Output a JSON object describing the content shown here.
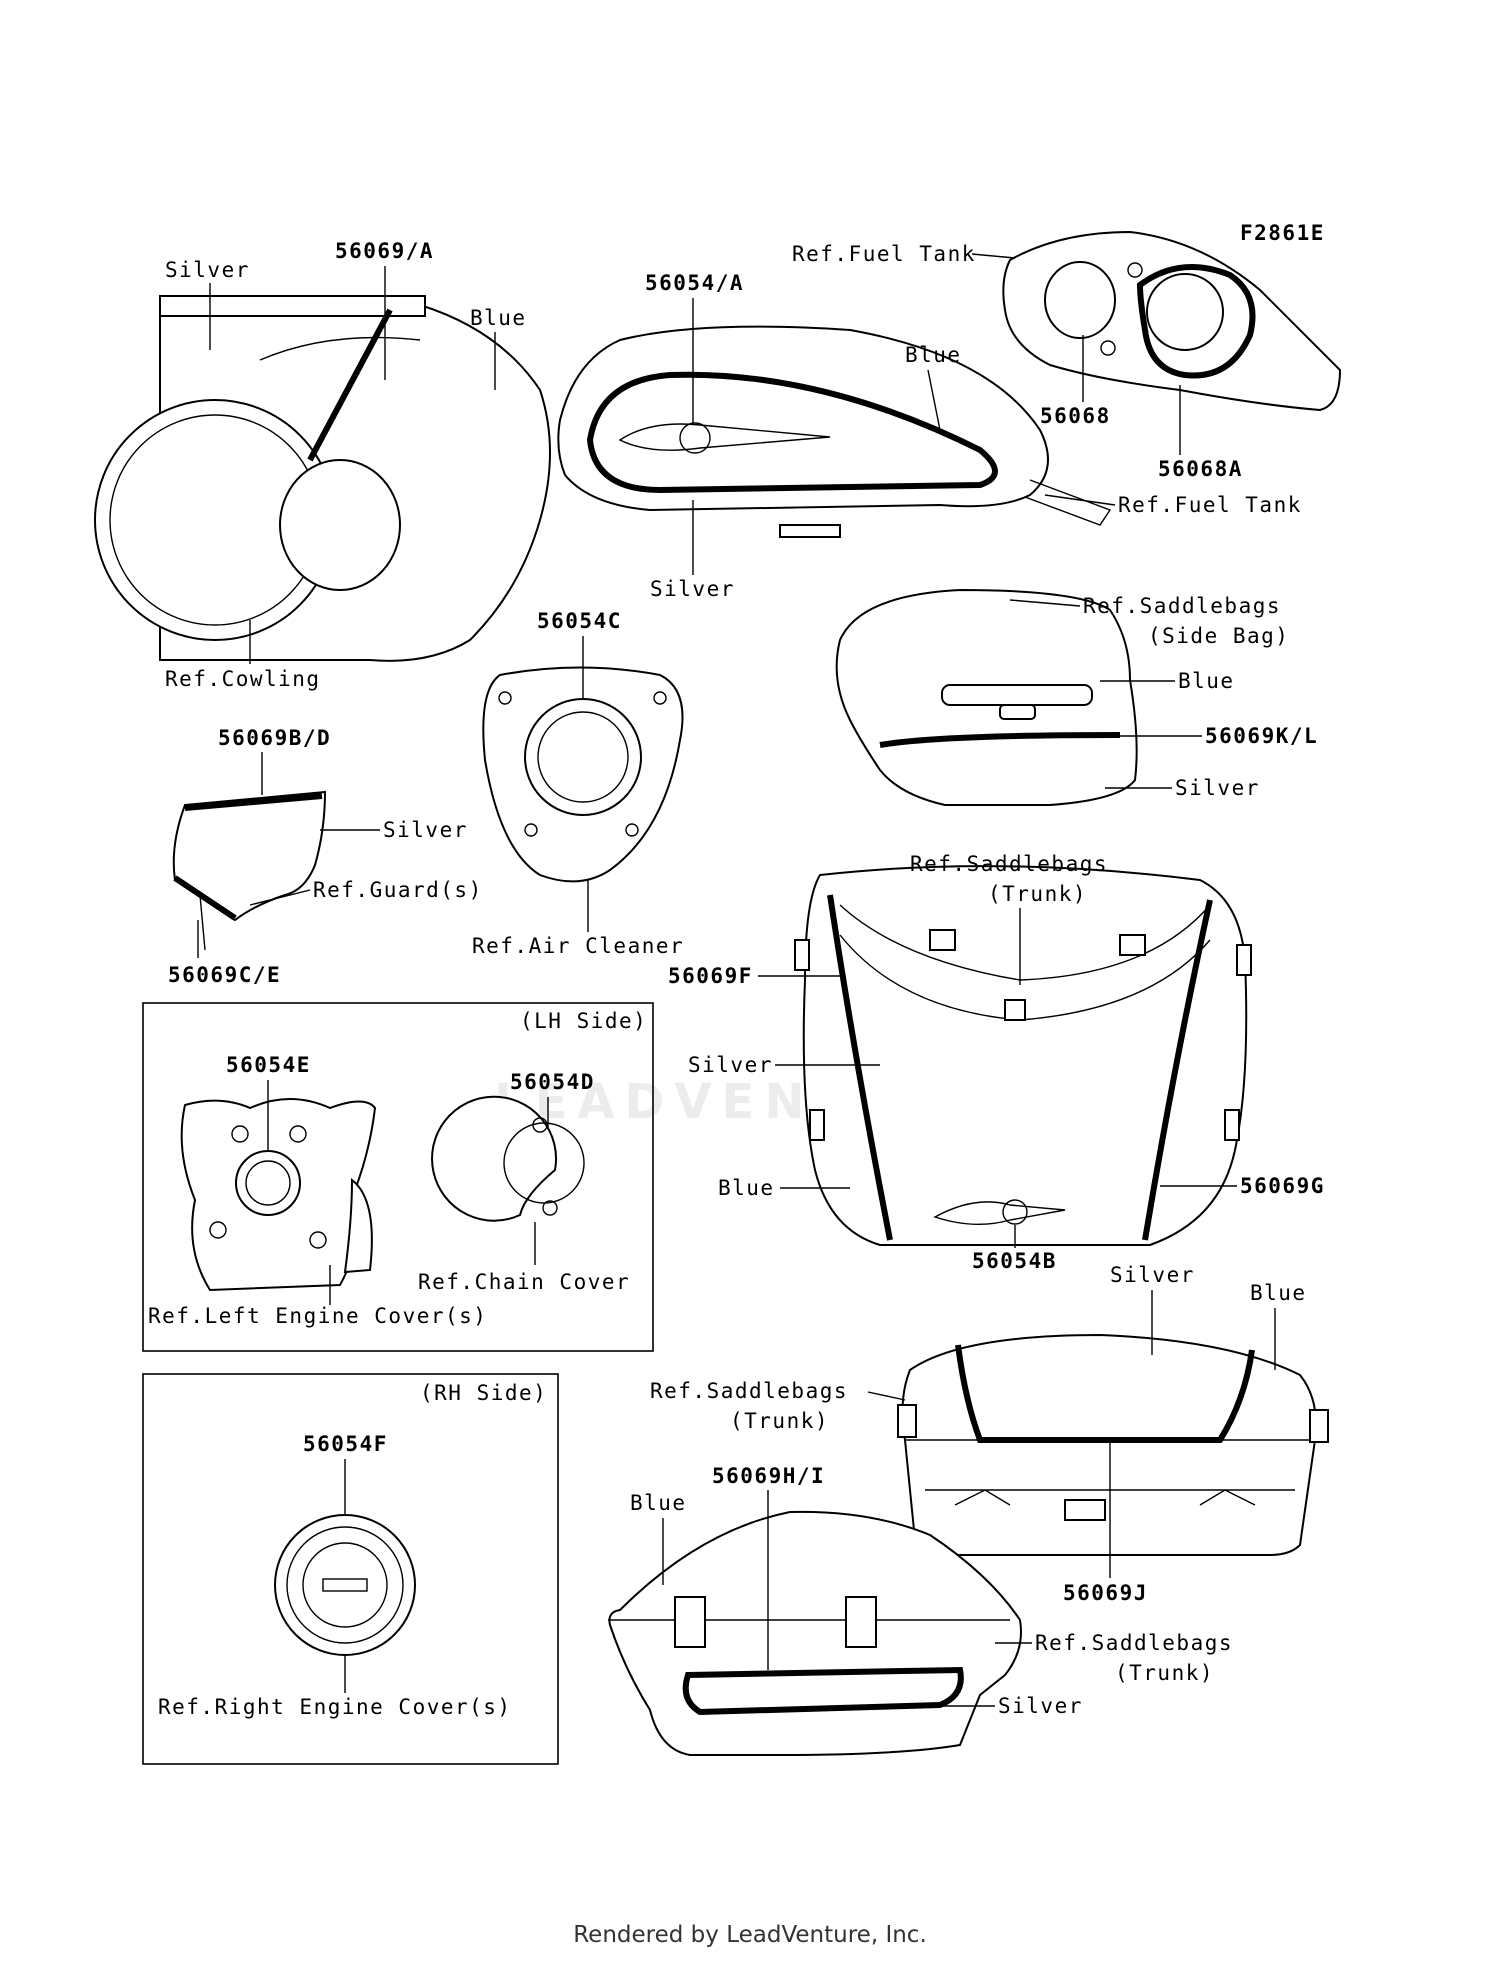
{
  "figure_code": "F2861E",
  "watermark": "LEADVENTURE",
  "footer": "Rendered by LeadVenture, Inc.",
  "boxes": {
    "lh_side": "(LH Side)",
    "rh_side": "(RH Side)"
  },
  "labels": {
    "silver_cowl": "Silver",
    "p56069_A": "56069/A",
    "blue_cowl": "Blue",
    "ref_cowling": "Ref.Cowling",
    "p56054_A": "56054/A",
    "blue_tank": "Blue",
    "silver_tank": "Silver",
    "ref_fuel_tank_1": "Ref.Fuel Tank",
    "ref_fuel_tank_2": "Ref.Fuel Tank",
    "p56068": "56068",
    "p56068A": "56068A",
    "p56054C": "56054C",
    "ref_air_cleaner": "Ref.Air Cleaner",
    "ref_saddlebags_side_1": "Ref.Saddlebags",
    "ref_saddlebags_side_2": "(Side Bag)",
    "blue_sidebag": "Blue",
    "p56069K_L": "56069K/L",
    "silver_sidebag": "Silver",
    "p56069B_D": "56069B/D",
    "silver_guard": "Silver",
    "ref_guards": "Ref.Guard(s)",
    "p56069C_E": "56069C/E",
    "ref_saddlebags_trunk_a1": "Ref.Saddlebags",
    "ref_saddlebags_trunk_a2": "(Trunk)",
    "p56069F": "56069F",
    "silver_trunk_a": "Silver",
    "blue_trunk_a": "Blue",
    "p56069G": "56069G",
    "p56054B": "56054B",
    "p56054E": "56054E",
    "p56054D": "56054D",
    "ref_chain_cover": "Ref.Chain Cover",
    "ref_left_engine_covers": "Ref.Left Engine Cover(s)",
    "p56054F": "56054F",
    "ref_right_engine_covers": "Ref.Right Engine Cover(s)",
    "silver_trunk_b": "Silver",
    "blue_trunk_b": "Blue",
    "ref_saddlebags_trunk_b1": "Ref.Saddlebags",
    "ref_saddlebags_trunk_b2": "(Trunk)",
    "p56069J": "56069J",
    "p56069H_I": "56069H/I",
    "blue_trunk_c": "Blue",
    "ref_saddlebags_trunk_c1": "Ref.Saddlebags",
    "ref_saddlebags_trunk_c2": "(Trunk)",
    "silver_trunk_c": "Silver"
  }
}
